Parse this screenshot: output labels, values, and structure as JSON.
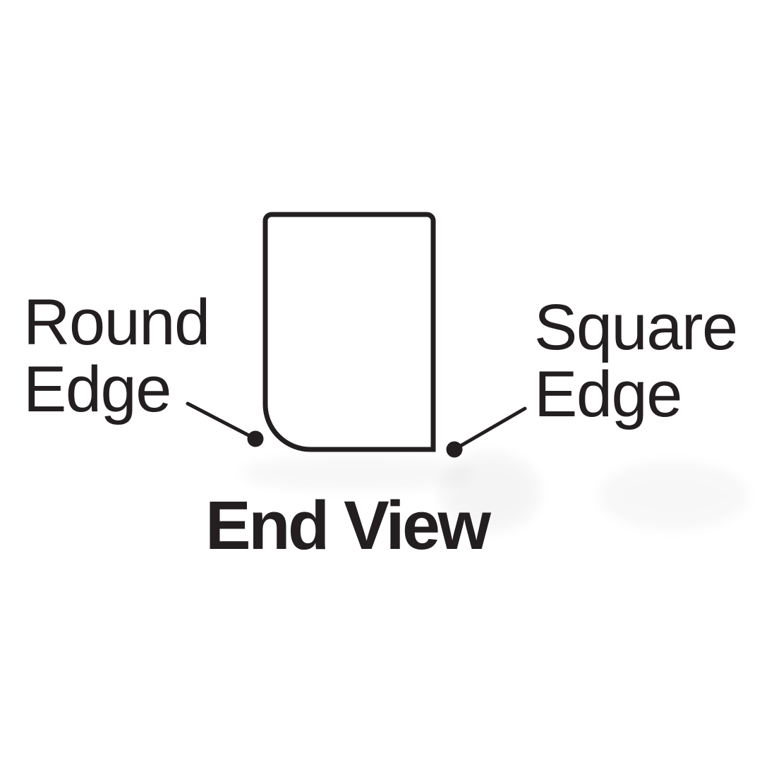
{
  "diagram": {
    "title": "End View",
    "shape": {
      "name": "end-view-profile",
      "rounded_corner": "bottom-left",
      "square_corner": "bottom-right"
    },
    "labels": [
      {
        "id": "round-edge",
        "text": "Round Edge",
        "lines": [
          "Round",
          "Edge"
        ],
        "side": "left"
      },
      {
        "id": "square-edge",
        "text": "Square Edge",
        "lines": [
          "Square",
          "Edge"
        ],
        "side": "right"
      }
    ]
  },
  "colors": {
    "ink": "#231f20",
    "background": "#ffffff"
  }
}
